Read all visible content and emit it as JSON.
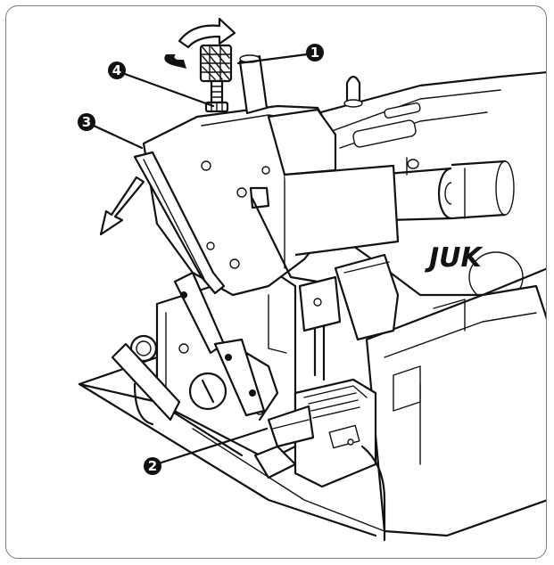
{
  "brand_mark": "JUK",
  "callouts": [
    {
      "id": "callout-1",
      "label": "1",
      "part": "pressure-regulating-screw-guide"
    },
    {
      "id": "callout-2",
      "label": "2",
      "part": "presser-foot"
    },
    {
      "id": "callout-3",
      "label": "3",
      "part": "presser-arm-lever"
    },
    {
      "id": "callout-4",
      "label": "4",
      "part": "lock-nut"
    }
  ],
  "arrows": {
    "rotate_arrow": "rotation",
    "pull_arrow": "pull-down"
  },
  "colors": {
    "line": "#111111",
    "frame": "#7a7a7a",
    "background": "#ffffff"
  }
}
